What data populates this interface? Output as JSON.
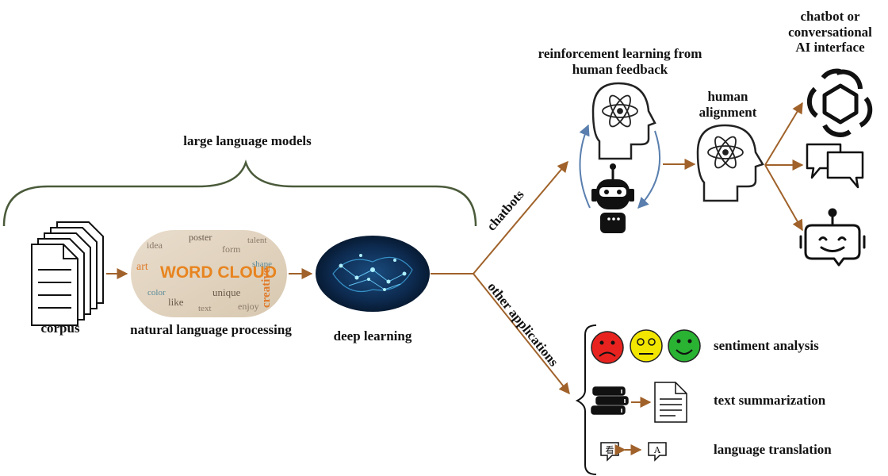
{
  "labels": {
    "large_language_models": "large language models",
    "corpus": "corpus",
    "nlp": "natural language processing",
    "deep_learning": "deep learning",
    "chatbots": "chatbots",
    "other_applications": "other applications",
    "rlhf_line1": "reinforcement learning from",
    "rlhf_line2": "human feedback",
    "human_alignment_line1": "human",
    "human_alignment_line2": "alignment",
    "interface_line1": "chatbot or",
    "interface_line2": "conversational",
    "interface_line3": "AI interface",
    "sentiment_analysis": "sentiment analysis",
    "text_summarization": "text summarization",
    "language_translation": "language translation"
  },
  "word_cloud": {
    "headline": "WORD CLOUD",
    "words": [
      "idea",
      "poster",
      "form",
      "talent",
      "art",
      "unique",
      "creative",
      "enjoy",
      "text",
      "like",
      "color",
      "shape"
    ]
  },
  "translation_glyphs": {
    "source": "看",
    "target": "A"
  },
  "colors": {
    "arrow": "#a0622a",
    "brace": "#4a5a3a",
    "cycle_arrow": "#5a7fae",
    "face_sad": "#e8231f",
    "face_neutral": "#f2e600",
    "face_happy": "#2ab232"
  }
}
